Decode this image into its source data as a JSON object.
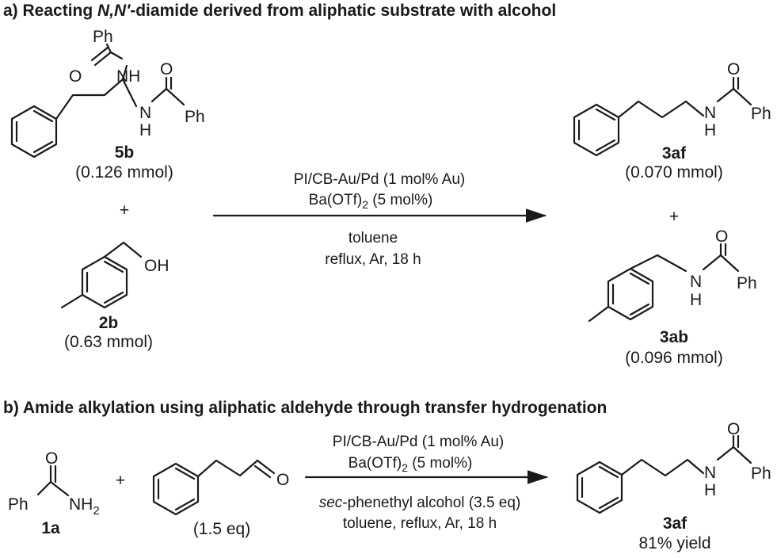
{
  "section_a": {
    "heading_prefix": "a) Reacting ",
    "heading_italic": "N,N′",
    "heading_suffix": "-diamide derived from aliphatic substrate with alcohol",
    "reactant1": {
      "id": "5b",
      "amount": "(0.126 mmol)",
      "atoms": {
        "ph_top": "Ph",
        "o": "O",
        "nh_top": "NH",
        "o2": "O",
        "n": "N",
        "h": "H",
        "ph_right": "Ph"
      }
    },
    "plus1": "+",
    "reactant2": {
      "id": "2b",
      "amount": "(0.63 mmol)",
      "atoms": {
        "oh": "OH"
      }
    },
    "conditions": {
      "line1": "PI/CB-Au/Pd (1 mol% Au)",
      "line2_main": "Ba(OTf)",
      "line2_sub": "2",
      "line2_tail": " (5 mol%)",
      "line3": "toluene",
      "line4": "reflux, Ar, 18 h"
    },
    "product1": {
      "id": "3af",
      "amount": "(0.070 mmol)",
      "atoms": {
        "o": "O",
        "n": "N",
        "h": "H",
        "ph": "Ph"
      }
    },
    "plus2": "+",
    "product2": {
      "id": "3ab",
      "amount": "(0.096 mmol)",
      "atoms": {
        "o": "O",
        "n": "N",
        "h": "H",
        "ph": "Ph"
      }
    }
  },
  "section_b": {
    "heading": "b) Amide alkylation using aliphatic aldehyde through transfer hydrogenation",
    "reactant1": {
      "id": "1a",
      "atoms": {
        "o": "O",
        "ph": "Ph",
        "nh": "NH",
        "nh_sub": "2"
      }
    },
    "plus": "+",
    "reactant2": {
      "amount": "(1.5 eq)",
      "atoms": {
        "o": "O"
      }
    },
    "conditions": {
      "line1": "PI/CB-Au/Pd (1 mol% Au)",
      "line2_main": "Ba(OTf)",
      "line2_sub": "2",
      "line2_tail": " (5 mol%)",
      "line3_italic": "sec",
      "line3_rest": "-phenethyl alcohol (3.5 eq)",
      "line4": "toluene, reflux, Ar, 18 h"
    },
    "product": {
      "id": "3af",
      "yield": "81% yield",
      "atoms": {
        "o": "O",
        "n": "N",
        "h": "H",
        "ph": "Ph"
      }
    }
  }
}
